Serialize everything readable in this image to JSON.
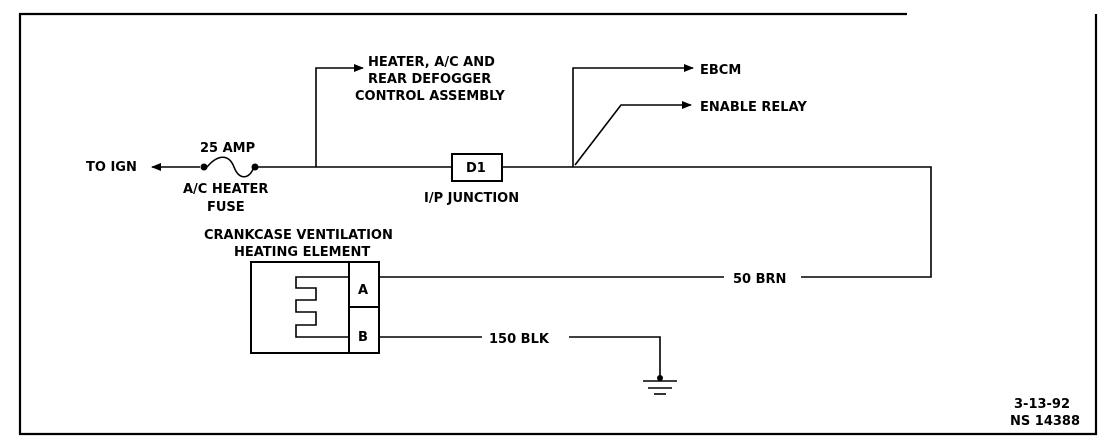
{
  "labels": {
    "to_ign": "TO IGN",
    "fuse_rating": "25 AMP",
    "fuse_name_1": "A/C HEATER",
    "fuse_name_2": "FUSE",
    "control_1": "HEATER, A/C AND",
    "control_2": "REAR DEFOGGER",
    "control_3": "CONTROL ASSEMBLY",
    "junction_id": "D1",
    "junction_name": "I/P JUNCTION",
    "ebcm": "EBCM",
    "enable_relay": "ENABLE RELAY",
    "element_1": "CRANKCASE VENTILATION",
    "element_2": "HEATING ELEMENT",
    "pin_a": "A",
    "pin_b": "B",
    "wire_brn": "50 BRN",
    "wire_blk": "150 BLK",
    "date": "3-13-92",
    "ref": "NS 14388"
  }
}
